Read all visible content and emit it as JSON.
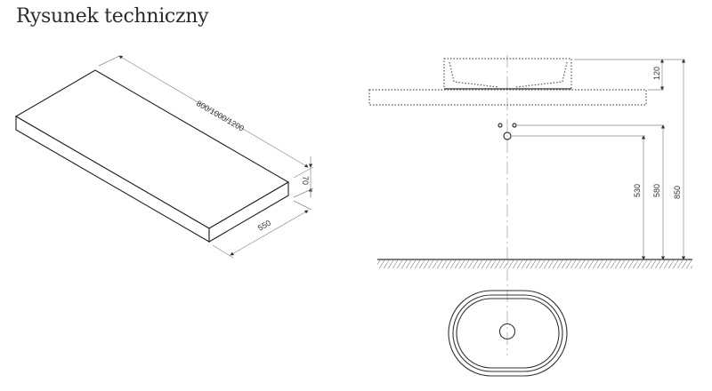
{
  "page": {
    "title": "Rysunek techniczny"
  },
  "isometric_view": {
    "dimensions": {
      "length": "800/1000/1200",
      "height": "70",
      "depth": "550"
    }
  },
  "elevation_view": {
    "dimensions": {
      "basin_height": "120",
      "waste_height": "530",
      "tap_height": "580",
      "total_height": "850"
    }
  },
  "colors": {
    "line": "#333333",
    "dim_line": "#888888",
    "text": "#2a2a2a"
  }
}
